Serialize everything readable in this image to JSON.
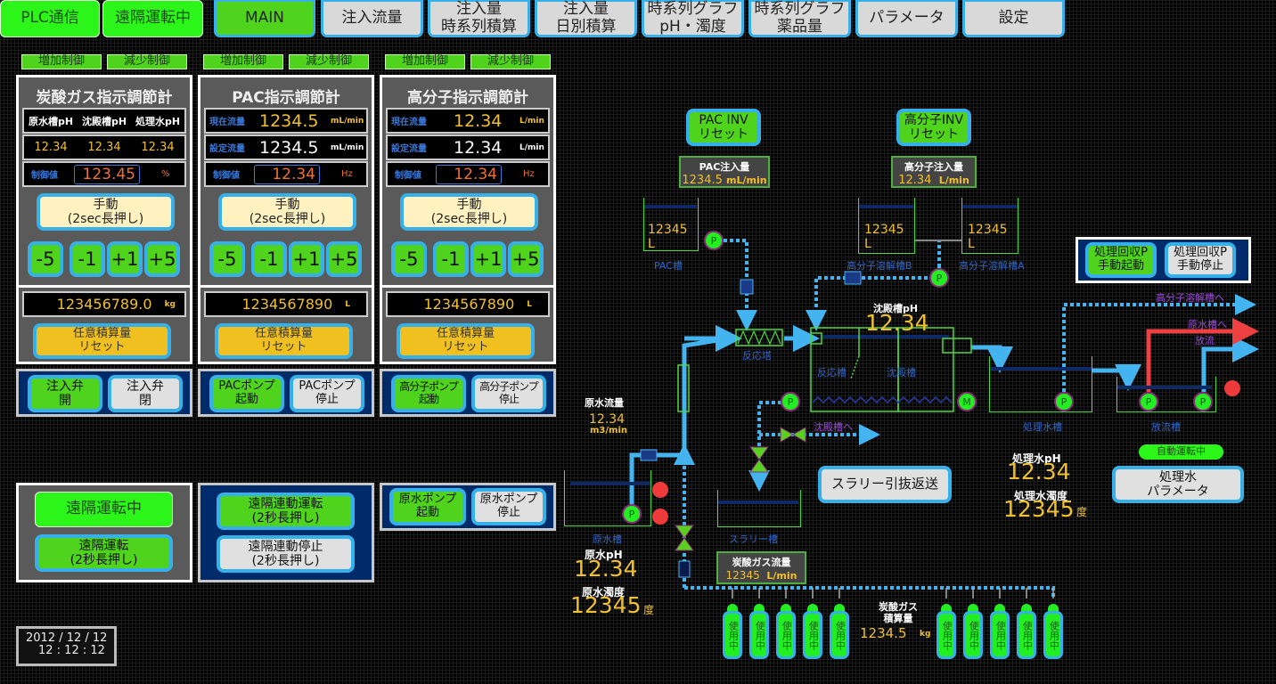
{
  "nav": {
    "status": [
      "PLC通信",
      "遠隔運転中"
    ],
    "tabs": [
      {
        "label": "MAIN",
        "active": true
      },
      {
        "label": "注入流量"
      },
      {
        "label": "注入量\n時系列積算"
      },
      {
        "label": "注入量\n日別積算"
      },
      {
        "label": "時系列グラフ\npH・濁度"
      },
      {
        "label": "時系列グラフ\n薬品量"
      },
      {
        "label": "パラメータ"
      },
      {
        "label": "設定"
      }
    ]
  },
  "control_labels": {
    "increase": "増加制御",
    "decrease": "減少制御"
  },
  "panels": {
    "co2": {
      "title": "炭酸ガス指示調節計",
      "ph_headers": [
        "原水槽pH",
        "沈殿槽pH",
        "処理水pH"
      ],
      "ph_values": [
        "12.34",
        "12.34",
        "12.34"
      ],
      "control_label": "制御値",
      "control_value": "123.45",
      "control_unit": "%",
      "manual": "手動\n(2sec長押し)",
      "steps": [
        "-5",
        "-1",
        "+1",
        "+5"
      ],
      "total": "123456789.0",
      "total_unit": "kg",
      "reset": "任意積算量\nリセット",
      "btn_on": "注入弁\n開",
      "btn_off": "注入弁\n閉"
    },
    "pac": {
      "title": "PAC指示調節計",
      "current_label": "現在流量",
      "current_value": "1234.5",
      "current_unit": "mL/min",
      "set_label": "設定流量",
      "set_value": "1234.5",
      "set_unit": "mL/min",
      "control_label": "制御値",
      "control_value": "12.34",
      "control_unit": "Hz",
      "manual": "手動\n(2sec長押し)",
      "steps": [
        "-5",
        "-1",
        "+1",
        "+5"
      ],
      "total": "1234567890",
      "total_unit": "L",
      "reset": "任意積算量\nリセット",
      "btn_on": "PACポンプ\n起動",
      "btn_off": "PACポンプ\n停止"
    },
    "poly": {
      "title": "高分子指示調節計",
      "current_label": "現在流量",
      "current_value": "12.34",
      "current_unit": "L/min",
      "set_label": "設定流量",
      "set_value": "12.34",
      "set_unit": "L/min",
      "control_label": "制御値",
      "control_value": "12.34",
      "control_unit": "Hz",
      "manual": "手動\n(2sec長押し)",
      "steps": [
        "-5",
        "-1",
        "+1",
        "+5"
      ],
      "total": "1234567890",
      "total_unit": "L",
      "reset": "任意積算量\nリセット",
      "btn_on": "高分子ポンプ\n起動",
      "btn_off": "高分子ポンプ\n停止"
    }
  },
  "remote": {
    "status": "遠隔運転中",
    "remote_btn": "遠隔運転\n(2秒長押し)",
    "link_run": "遠隔連動運転\n(2秒長押し)",
    "link_stop": "遠隔連動停止\n(2秒長押し)",
    "raw_pump_on": "原水ポンプ\n起動",
    "raw_pump_off": "原水ポンプ\n停止"
  },
  "clock": {
    "date": "2012 / 12 / 12",
    "time": "12 : 12 : 12"
  },
  "process": {
    "pac_inv_reset": "PAC INV\nリセット",
    "poly_inv_reset": "高分子INV\nリセット",
    "pac_injection": {
      "label": "PAC注入量",
      "value": "1234.5",
      "unit": "mL/min"
    },
    "poly_injection": {
      "label": "高分子注入量",
      "value": "12.34",
      "unit": "L/min"
    },
    "pac_tank": {
      "level": "12345",
      "unit": "L",
      "label": "PAC槽"
    },
    "poly_tank_b": {
      "level": "12345",
      "unit": "L",
      "label": "高分子溶解槽B"
    },
    "poly_tank_a": {
      "level": "12345",
      "unit": "L",
      "label": "高分子溶解槽A"
    },
    "recovery_start": "処理回収P\n手動起動",
    "recovery_stop": "処理回収P\n手動停止",
    "to_poly_tank": "高分子溶解槽へ",
    "to_raw_tank": "原水槽へ",
    "discharge": "放流",
    "settling_ph": {
      "label": "沈殿槽pH",
      "value": "12.34"
    },
    "reaction_tower": "反応塔",
    "reaction_tank": "反応槽",
    "settling_tank": "沈殿槽",
    "treated_tank": "処理水槽",
    "discharge_tank": "放流槽",
    "to_settling": "沈殿槽へ",
    "raw_flow": {
      "label": "原水流量",
      "value": "12.34",
      "unit": "m3/min"
    },
    "raw_tank": "原水槽",
    "slurry_tank": "スラリー槽",
    "slurry_btn": "スラリー引抜返送",
    "treated_ph": {
      "label": "処理水pH",
      "value": "12.34"
    },
    "treated_turb": {
      "label": "処理水濁度",
      "value": "12345",
      "unit": "度"
    },
    "auto_status": "自動運転中",
    "treated_param": "処理水\nパラメータ",
    "raw_ph": {
      "label": "原水pH",
      "value": "12.34"
    },
    "raw_turb": {
      "label": "原水濁度",
      "value": "12345",
      "unit": "度"
    },
    "co2_flow": {
      "label": "炭酸ガス流量",
      "value": "12345",
      "unit": "L/min"
    },
    "co2_total": {
      "label": "炭酸ガス\n積算量",
      "value": "1234.5",
      "unit": "kg"
    },
    "cylinder_label": "使用中",
    "pump_glyph": "P",
    "motor_glyph": "M"
  }
}
